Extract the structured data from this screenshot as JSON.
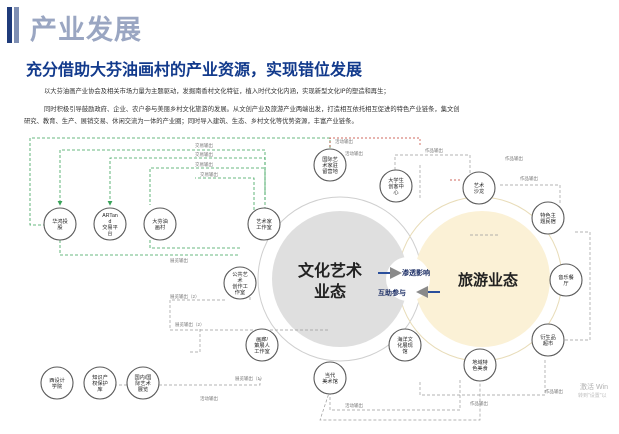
{
  "title": "产业发展",
  "subtitle": "充分借助大芬油画村的产业资源，实现错位发展",
  "paragraphs": [
    "以大芬油画产业协会及相关市场力量为主题驱动，发掘南香村文化特征，植入时代文化内涵，实现新型文化IP的塑造和再生；",
    "同时积极引导鼓励政府、企业、农户参与美丽乡村文化旅游的发展。从文创产业及旅游产业两端出发，打造相互依托相互促进的特色产业链条，集文创",
    "研究、教育、生产、展销交易、休闲交流为一体的产业圈；同时导入建筑、生态、乡村文化等优势资源，丰富产业链条。"
  ],
  "diagram": {
    "core_left": "文化艺术\n业态",
    "core_right": "旅游业态",
    "center_arrow_right": "渗透影响",
    "center_arrow_left": "互助参与",
    "nodes": {
      "n1": "华鸿投\n股",
      "n2": "ARTan\nd\n交易平\n台",
      "n3": "大芬油\n画村",
      "n4": "艺术家\n工作室",
      "n5": "国际艺\n术家驻\n留营地",
      "n6": "公共艺\n术\n创作工\n作室",
      "n7": "画廊/\n策展人\n工作室",
      "n8": "当代\n美术馆",
      "n9": "大学生\n创客中\n心",
      "n10": "海洋文\n化展现\n馆",
      "n11": "艺术\n沙龙",
      "n12": "特色主\n题民宿",
      "n13": "音乐餐\n厅",
      "n14": "衍生品\n超市",
      "n15": "地域特\n色美食",
      "n16": "西设计\n学院",
      "n17": "知识产\n权保护\n库",
      "n18": "国内/国\n际艺术\n展览"
    },
    "edge_labels": {
      "e1": "交易输出",
      "e2": "交易输出",
      "e3": "交易输出",
      "e4": "交易输出",
      "e5": "活动输出",
      "e6": "作品输出",
      "e7": "作品输出",
      "e8": "作品输出",
      "e9": "活动输出",
      "e10": "展览输出",
      "e11": "展览输出（2）",
      "e12": "展览输出（1）",
      "e13": "展览输出（2）",
      "e14": "活动输出",
      "e15": "活动输出",
      "e16": "作品输出",
      "e17": "作品输出"
    }
  },
  "watermark": {
    "line1": "激活 Win",
    "line2": "转到\"设置\"以"
  },
  "colors": {
    "title_bar": "#1f3b7a",
    "title_text": "#9aa6c2",
    "subtitle": "#123a8c",
    "core_left_fill": "#e0e0e0",
    "core_right_fill": "#fbf1d6",
    "node_border": "#5a5a5a",
    "green_dashed": "#3aa35a",
    "gray_dashed": "#9a9a9a",
    "red_dashed": "#c0392b",
    "arrow_blue": "#2a4f9c"
  }
}
